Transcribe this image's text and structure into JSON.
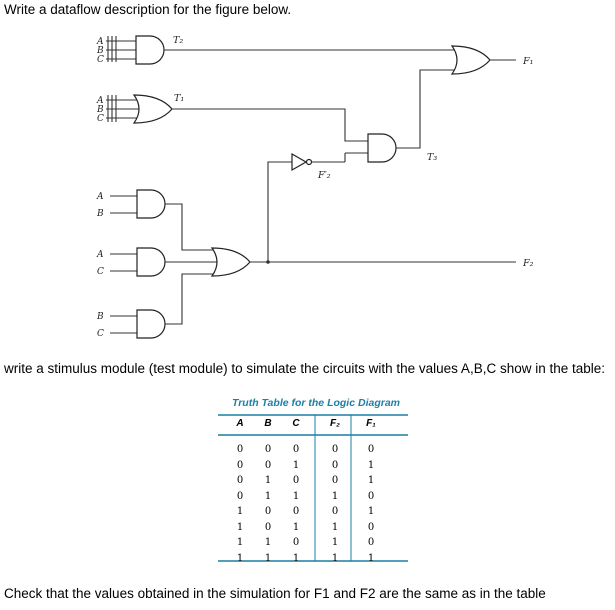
{
  "question": {
    "part1": "Write a dataflow description for the figure below.",
    "part2": "write a stimulus module (test module) to simulate the circuits with the values A,B,C show in the table:",
    "part3": "Check that the values obtained in the simulation for F1 and F2 are the same as in the table"
  },
  "diagram": {
    "inputs": {
      "g1": [
        "A",
        "B",
        "C"
      ],
      "g2": [
        "A",
        "B",
        "C"
      ],
      "g3": [
        "A",
        "B"
      ],
      "g4": [
        "A",
        "C"
      ],
      "g5": [
        "B",
        "C"
      ]
    },
    "labels": {
      "t2": "T₂",
      "t1": "T₁",
      "t3": "T₃",
      "f2_bar": "F′₂",
      "f1": "F₁",
      "f2": "F₂"
    }
  },
  "truth_table": {
    "title": "Truth Table for the Logic Diagram",
    "headers": [
      "A",
      "B",
      "C",
      "F₂",
      "F₁"
    ],
    "rows": [
      [
        "0",
        "0",
        "0",
        "0",
        "0"
      ],
      [
        "0",
        "0",
        "1",
        "0",
        "1"
      ],
      [
        "0",
        "1",
        "0",
        "0",
        "1"
      ],
      [
        "0",
        "1",
        "1",
        "1",
        "0"
      ],
      [
        "1",
        "0",
        "0",
        "0",
        "1"
      ],
      [
        "1",
        "0",
        "1",
        "1",
        "0"
      ],
      [
        "1",
        "1",
        "0",
        "1",
        "0"
      ],
      [
        "1",
        "1",
        "1",
        "1",
        "1"
      ]
    ]
  }
}
